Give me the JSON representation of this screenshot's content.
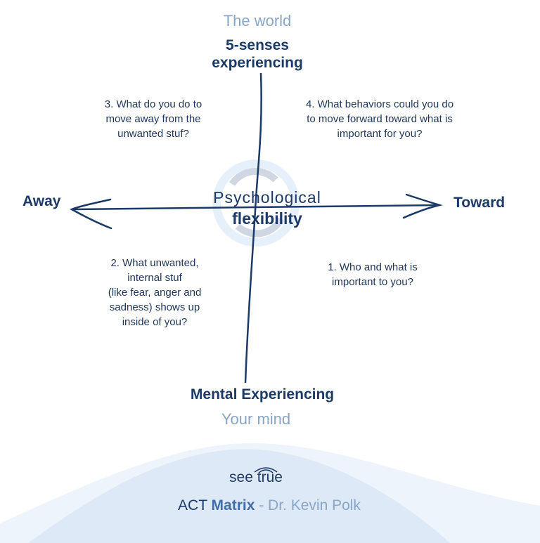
{
  "top": {
    "light": "The world",
    "bold_line1": "5-senses",
    "bold_line2": "experiencing"
  },
  "bottom": {
    "bold": "Mental Experiencing",
    "light": "Your mind"
  },
  "left": {
    "label": "Away"
  },
  "right": {
    "label": "Toward"
  },
  "center": {
    "line1": "Psychological",
    "line2": "flexibility"
  },
  "quadrants": {
    "q3": [
      "3. What do you do to",
      "move away from the",
      "unwanted stuf?"
    ],
    "q4": [
      "4. What behaviors could you do",
      "to move forward toward what is",
      "important for you?"
    ],
    "q2": [
      "2. What unwanted,",
      "internal stuf",
      "(like fear, anger and",
      "sadness) shows up",
      "inside of you?"
    ],
    "q1": [
      "1. Who and what is",
      "important to you?"
    ]
  },
  "footer": {
    "logo_see": "see",
    "logo_true": "true",
    "title_pre": "ACT ",
    "title_bold": "Matrix",
    "title_post": " - Dr. Kevin Polk"
  },
  "colors": {
    "navy": "#1b3a66",
    "light_blue": "#8aa6c6",
    "wave_light": "#eef4fb",
    "wave_mid": "#dde9f6",
    "circle": "#e3eefa"
  }
}
